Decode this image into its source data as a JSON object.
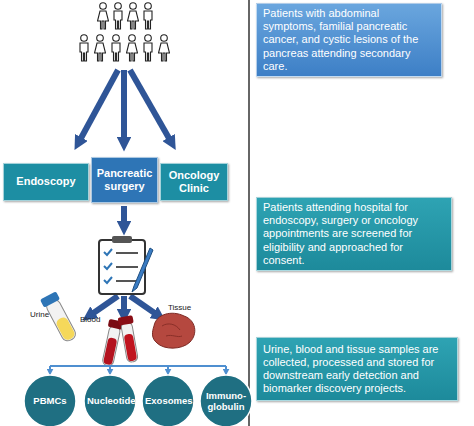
{
  "diagram": {
    "nodes": [
      {
        "text": [
          "Endoscopy"
        ]
      },
      {
        "text": [
          "Pancreatic surgery"
        ]
      },
      {
        "text": [
          "Oncology Clinic"
        ]
      },
      {
        "text": [
          "PBMCs"
        ]
      },
      {
        "text": [
          "Nucleotide"
        ]
      },
      {
        "text": [
          "Exosomes"
        ]
      },
      {
        "text": [
          "Immuno-globulin"
        ]
      },
      {
        "text": [
          "Patients with abdominal symptoms, familial pancreatic cancer, and cystic lesions of the pancreas attending secondary care."
        ]
      },
      {
        "text": [
          "Patients attending hospital for endoscopy, surgery or oncology appointments are screened for eligibility and approached for consent."
        ]
      },
      {
        "text": [
          "Urine, blood and tissue samples are collected, processed and stored for downstream early detection and biomarker discovery projects."
        ]
      }
    ],
    "labels": [
      "Urine",
      "Blood",
      "Tissue"
    ]
  }
}
